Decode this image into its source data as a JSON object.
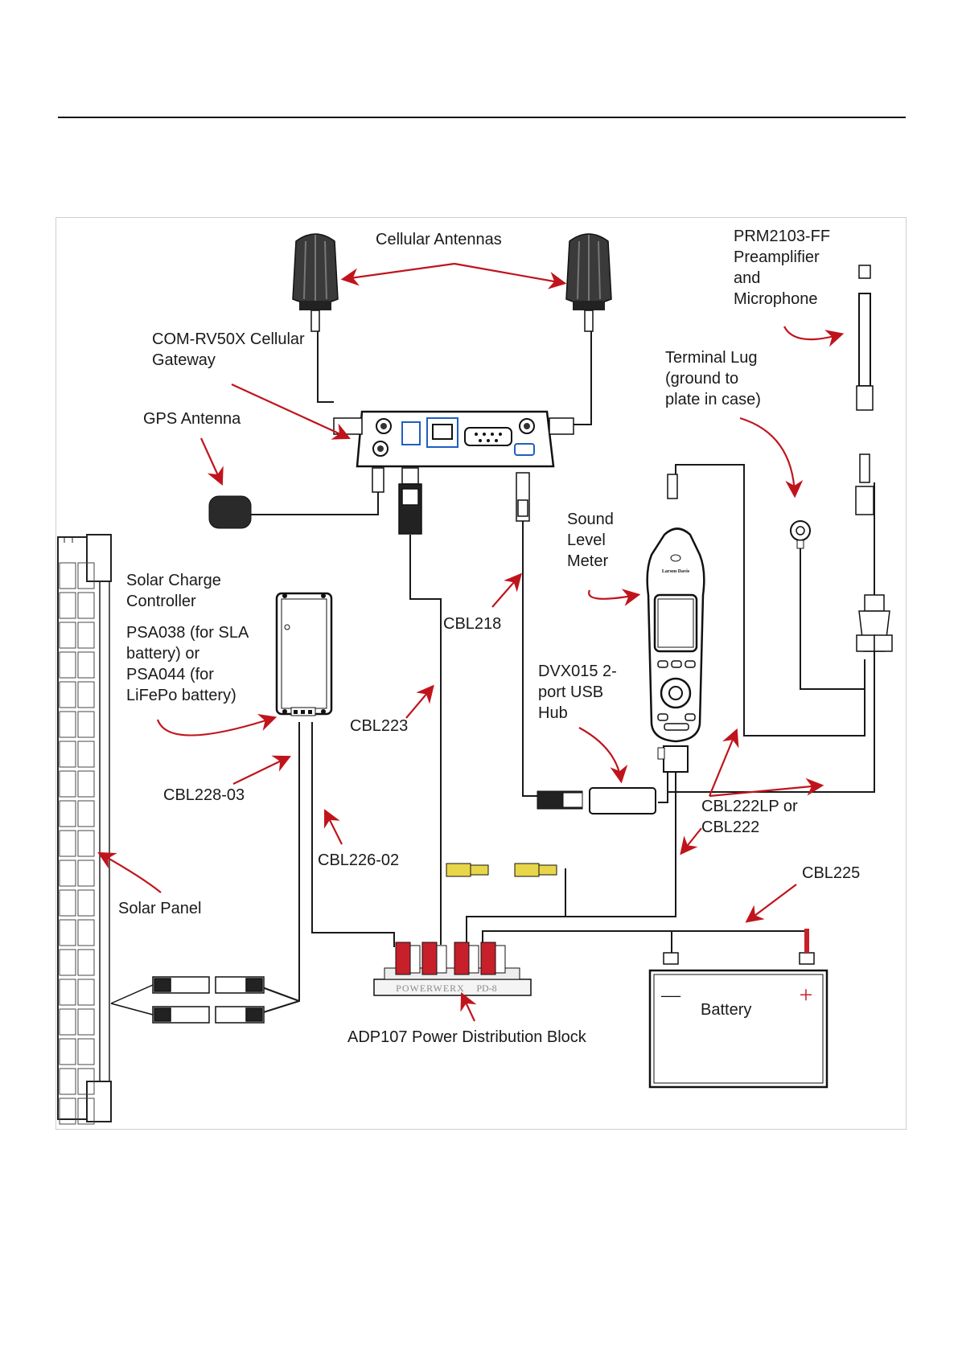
{
  "labels": {
    "cellular_antennas": "Cellular Antennas",
    "preamp": "PRM2103-FF\nPreamplifier\nand\nMicrophone",
    "gateway": "COM-RV50X Cellular\nGateway",
    "terminal_lug": "Terminal Lug\n(ground to\nplate in case)",
    "gps_antenna": "GPS Antenna",
    "sound_level_meter": "Sound\nLevel\nMeter",
    "solar_charge_controller": "Solar Charge\nController",
    "psa": "PSA038 (for SLA\nbattery) or\nPSA044 (for\nLiFePo battery)",
    "cbl218": "CBL218",
    "dvx015": "DVX015 2-\nport USB\nHub",
    "cbl223": "CBL223",
    "cbl228": "CBL228-03",
    "cbl222": "CBL222LP or\nCBL222",
    "cbl226": "CBL226-02",
    "cbl225": "CBL225",
    "solar_panel": "Solar Panel",
    "battery": "Battery",
    "adp107": "ADP107 Power Distribution Block"
  },
  "device_text": {
    "block_brand": "POWERWERX",
    "block_model": "PD-8",
    "meter_brand": "Larson Davis",
    "battery_minus": "—",
    "battery_plus": "+"
  },
  "colors": {
    "arrow": "#c0141c",
    "line": "#1a1a1a",
    "connector_red": "#c8202a",
    "connector_yellow": "#e8d64a"
  }
}
